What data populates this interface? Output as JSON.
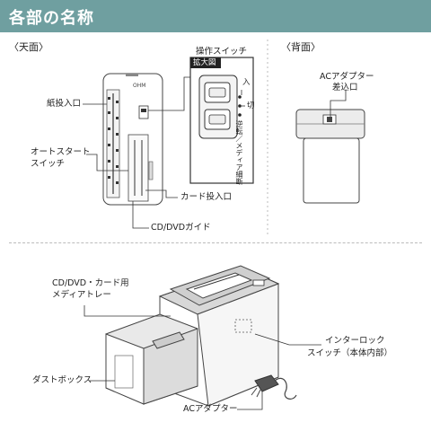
{
  "header": {
    "title": "各部の名称"
  },
  "sections": {
    "top": "〈天面〉",
    "back": "〈背面〉"
  },
  "labels": {
    "paper_slot": "紙投入口",
    "auto_start_1": "オートスタート",
    "auto_start_2": "スイッチ",
    "op_switch": "操作スイッチ",
    "zoom": "拡大図",
    "on": "入",
    "off": "切",
    "reverse": "逆転／メディア細断",
    "card_slot": "カード投入口",
    "cd_guide": "CD/DVDガイド",
    "ac_inlet_1": "ACアダプター",
    "ac_inlet_2": "差込口",
    "media_tray_1": "CD/DVD・カード用",
    "media_tray_2": "メディアトレー",
    "interlock_1": "インターロック",
    "interlock_2": "スイッチ（本体内部）",
    "dust_box": "ダストボックス",
    "ac_adapter": "ACアダプター"
  },
  "device": {
    "brand": "OHM"
  },
  "colors": {
    "header_bg": "#6f9fa0",
    "header_text": "#ffffff",
    "text": "#222222"
  }
}
